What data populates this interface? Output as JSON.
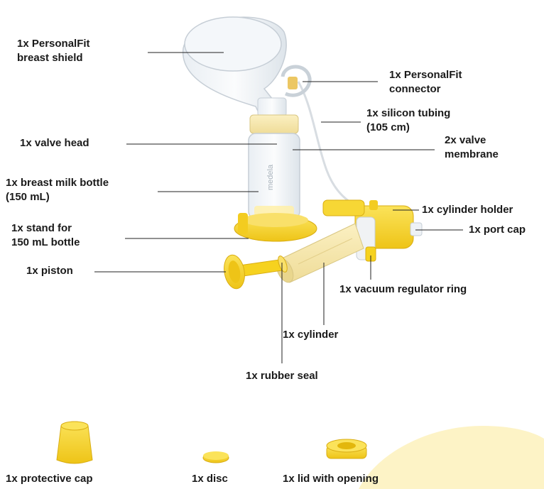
{
  "labels": {
    "breast_shield": [
      "1x PersonalFit",
      "breast shield"
    ],
    "connector": [
      "1x PersonalFit",
      "connector"
    ],
    "tubing": [
      "1x silicon tubing",
      "(105 cm)"
    ],
    "valve_head": "1x valve head",
    "valve_membrane": [
      "2x valve",
      "membrane"
    ],
    "milk_bottle": [
      "1x breast milk bottle",
      "(150 mL)"
    ],
    "cylinder_holder": "1x cylinder holder",
    "stand": [
      "1x stand for",
      "150 mL bottle"
    ],
    "port_cap": "1x port cap",
    "piston": "1x piston",
    "vacuum_ring": "1x vacuum regulator ring",
    "cylinder": "1x cylinder",
    "rubber_seal": "1x rubber seal",
    "protective_cap": "1x protective cap",
    "disc": "1x disc",
    "lid": "1x lid with opening"
  },
  "bottle_print": "medela",
  "colors": {
    "accent_yellow": "#f6d21f",
    "yellow_dark": "#e3b70c",
    "background_blob": "#fdf3c6",
    "leader_line": "#222222",
    "text": "#1a1a1a"
  }
}
